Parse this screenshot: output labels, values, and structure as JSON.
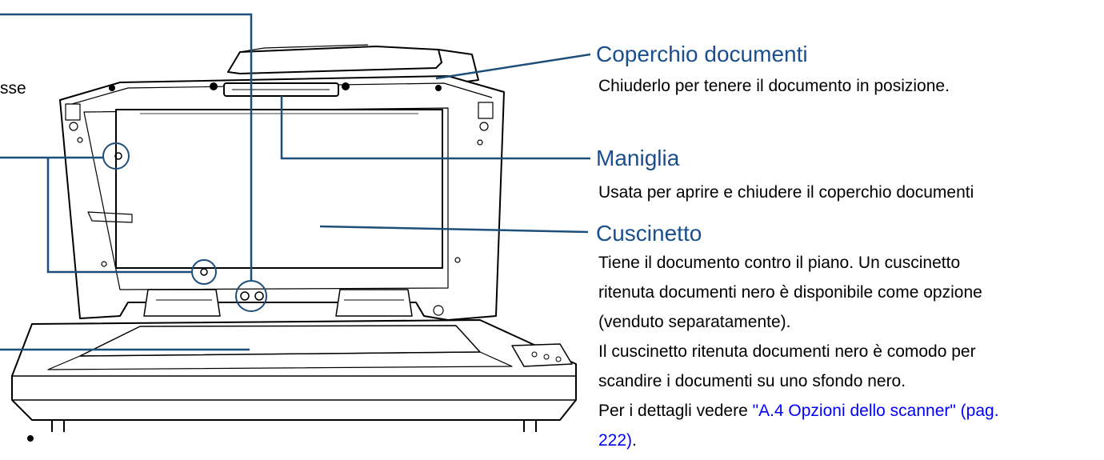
{
  "labels": {
    "coperchio": {
      "title": "Coperchio documenti",
      "desc": "Chiuderlo per tenere il documento in posizione."
    },
    "maniglia": {
      "title": "Maniglia",
      "desc": "Usata per aprire e chiudere il coperchio documenti"
    },
    "cuscinetto": {
      "title": "Cuscinetto",
      "lines": [
        "Tiene il documento contro il piano. Un cuscinetto",
        "ritenuta documenti nero è disponibile come opzione",
        "(venduto separatamente).",
        "Il cuscinetto ritenuta documenti nero è comodo per",
        "scandire i documenti su uno sfondo nero."
      ],
      "ref_prefix": "Per i dettagli vedere ",
      "ref_link_line1": "\"A.4 Opzioni dello scanner\" (pag.",
      "ref_link_line2": "222)",
      "ref_suffix": "."
    },
    "left_fragment": "sse"
  },
  "colors": {
    "heading": "#1a4f8c",
    "leader_line": "#1e4f7a",
    "link": "#0000ff",
    "drawing": "#000000"
  }
}
